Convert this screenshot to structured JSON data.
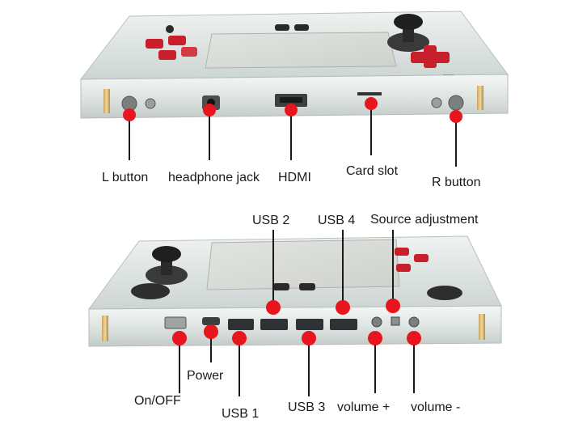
{
  "top_device": {
    "labels": {
      "l_button": "L button",
      "headphone_jack": "headphone jack",
      "hdmi": "HDMI",
      "card_slot": "Card slot",
      "r_button": "R button"
    }
  },
  "bottom_device": {
    "labels": {
      "on_off": "On/OFF",
      "power": "Power",
      "usb1": "USB 1",
      "usb2": "USB 2",
      "usb3": "USB 3",
      "usb4": "USB 4",
      "volume_plus": "volume +",
      "volume_minus": "volume -",
      "source_adjustment": "Source adjustment"
    }
  },
  "colors": {
    "marker": "#e8141e",
    "pointer": "#1a1a1a",
    "acrylic": "#e4e9e7",
    "screen": "#d9dcd7",
    "accent_red": "#c8202a"
  }
}
